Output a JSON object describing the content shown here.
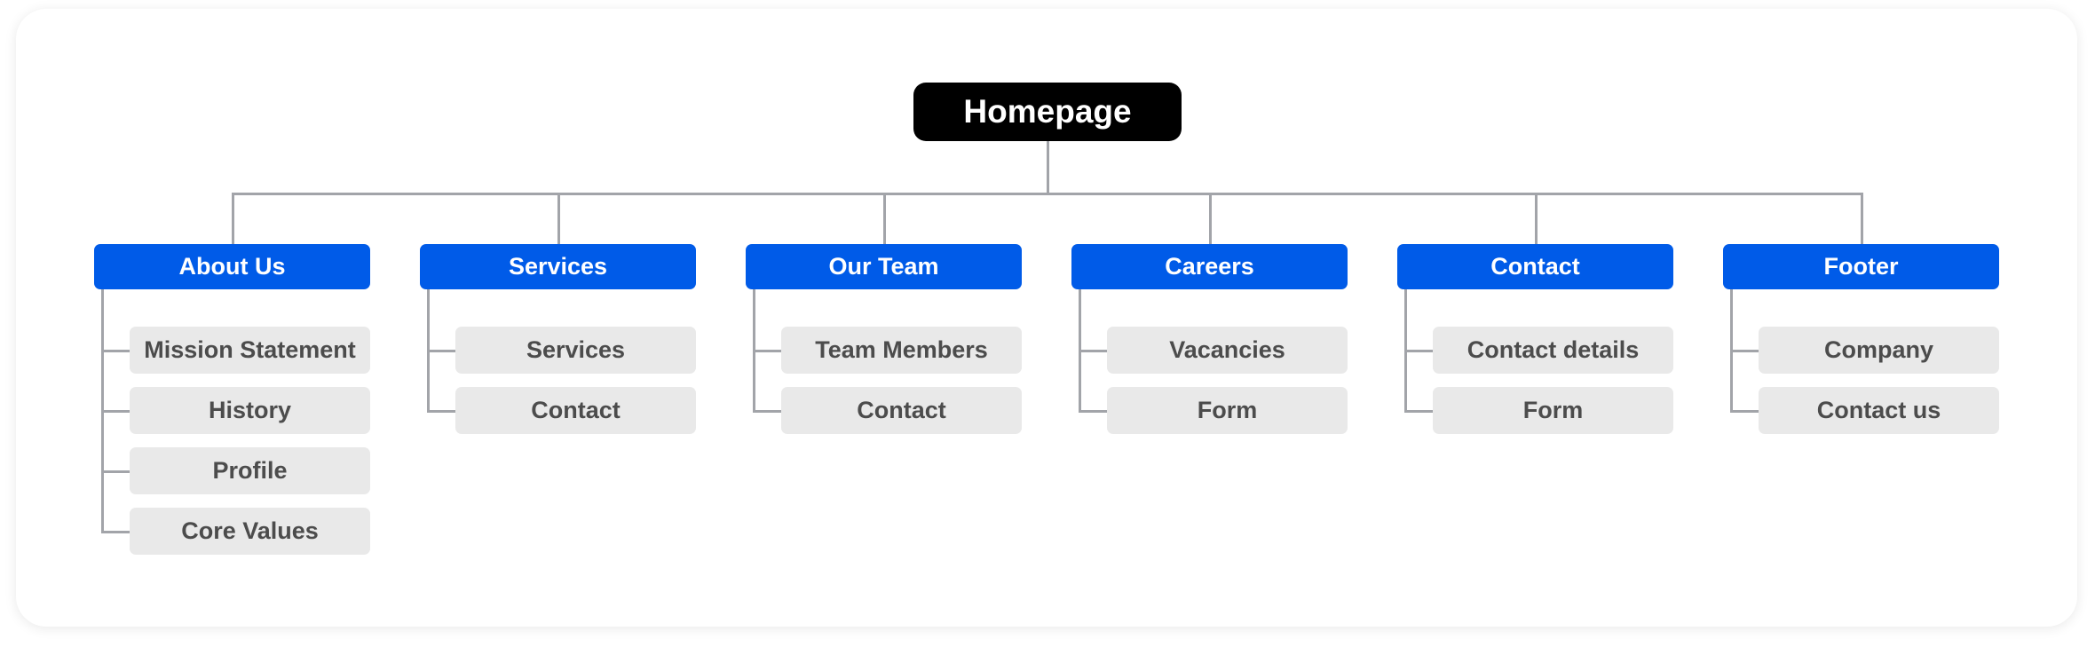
{
  "root": {
    "label": "Homepage"
  },
  "categories": [
    {
      "label": "About Us",
      "items": [
        "Mission Statement",
        "History",
        "Profile",
        "Core Values"
      ]
    },
    {
      "label": "Services",
      "items": [
        "Services",
        "Contact"
      ]
    },
    {
      "label": "Our Team",
      "items": [
        "Team Members",
        "Contact"
      ]
    },
    {
      "label": "Careers",
      "items": [
        "Vacancies",
        "Form"
      ]
    },
    {
      "label": "Contact",
      "items": [
        "Contact details",
        "Form"
      ]
    },
    {
      "label": "Footer",
      "items": [
        "Company",
        "Contact us"
      ]
    }
  ],
  "colors": {
    "root_bg": "#000000",
    "category_bg": "#005be8",
    "item_bg": "#e9e9e9",
    "item_text": "#4c4c4c",
    "connector": "#a2a4a9"
  }
}
